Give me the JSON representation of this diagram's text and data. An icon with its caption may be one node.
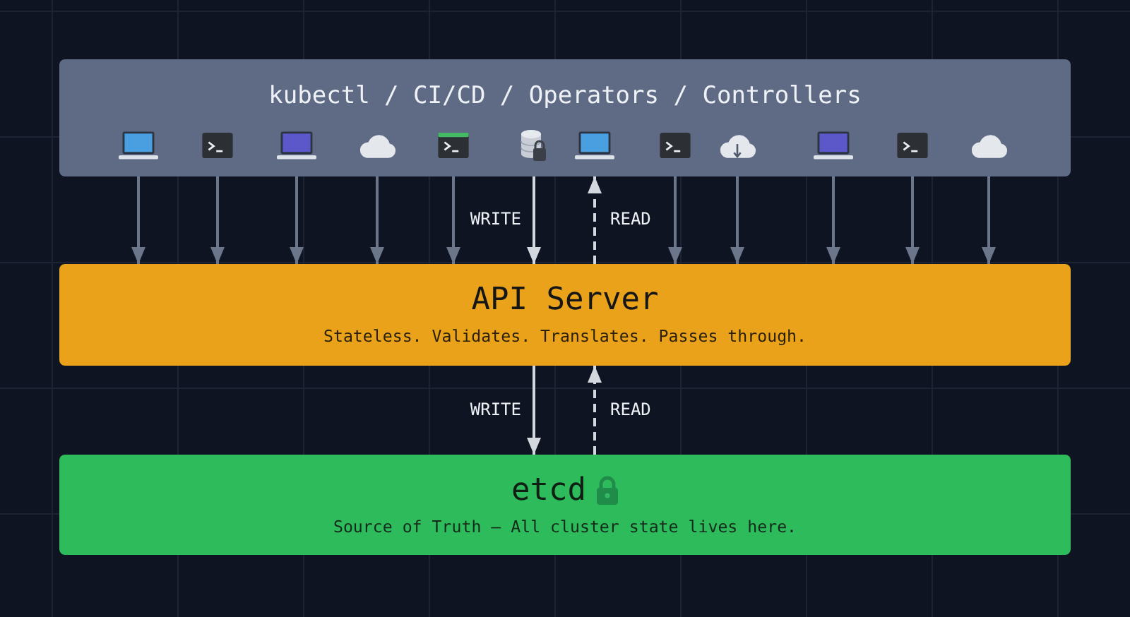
{
  "diagram": {
    "nodes": [
      {
        "text": [
          "kubectl / CI/CD / Operators / Controllers"
        ]
      },
      {
        "text": [
          "API Server",
          "Stateless. Validates. Translates. Passes through."
        ]
      },
      {
        "text": [
          "etcd",
          "Source of Truth — All cluster state lives here."
        ]
      }
    ],
    "edges": [
      {
        "from": 0,
        "to": 1,
        "arrow": "to"
      },
      {
        "from": 0,
        "to": 1,
        "arrow": "to"
      },
      {
        "from": 0,
        "to": 1,
        "arrow": "to"
      },
      {
        "from": 0,
        "to": 1,
        "arrow": "to"
      },
      {
        "from": 0,
        "to": 1,
        "arrow": "to"
      },
      {
        "from": 0,
        "to": 1,
        "arrow": "to",
        "label": "WRITE",
        "color": "#d3d7de"
      },
      {
        "from": 1,
        "to": 0,
        "arrow": "to",
        "label": "READ",
        "style": "dashed",
        "color": "#d3d7de"
      },
      {
        "from": 0,
        "to": 1,
        "arrow": "to"
      },
      {
        "from": 0,
        "to": 1,
        "arrow": "to"
      },
      {
        "from": 0,
        "to": 1,
        "arrow": "to"
      },
      {
        "from": 0,
        "to": 1,
        "arrow": "to"
      },
      {
        "from": 0,
        "to": 1,
        "arrow": "to"
      },
      {
        "from": 1,
        "to": 2,
        "arrow": "to",
        "label": "WRITE",
        "color": "#d3d7de"
      },
      {
        "from": 2,
        "to": 1,
        "arrow": "to",
        "label": "READ",
        "style": "dashed",
        "color": "#d3d7de"
      }
    ]
  }
}
